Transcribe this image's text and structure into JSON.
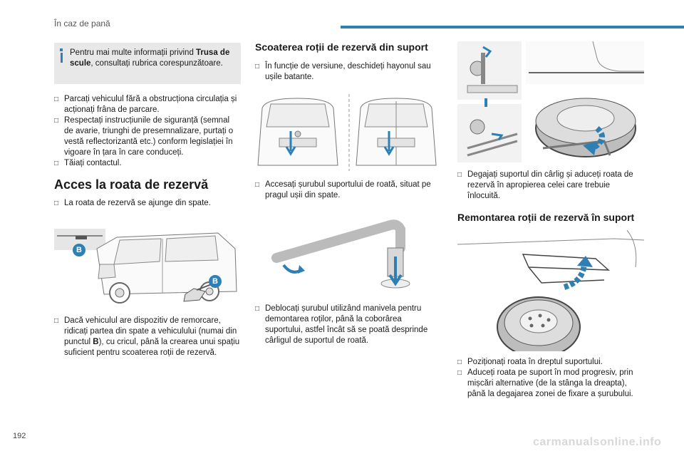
{
  "header": {
    "title": "În caz de pană"
  },
  "footer": {
    "page_number": "192",
    "watermark": "carmanualsonline.info"
  },
  "col1": {
    "info": {
      "text_before": "Pentru mai multe informații privind ",
      "bold": "Trusa de scule",
      "text_after": ", consultați rubrica corespunzătoare."
    },
    "bullets_top": [
      "Parcați vehiculul fără a obstrucționa circulația și acționați frâna de parcare.",
      "Respectați instrucțiunile de siguranță (semnal de avarie, triunghi de presemnalizare, purtați o vestă reflectorizantă etc.) conform legislației în vigoare în țara în care conduceți.",
      "Tăiați contactul."
    ],
    "section_title": "Acces la roata de rezervă",
    "bullet_access": "La roata de rezervă se ajunge din spate.",
    "figure_label_1": "B",
    "figure_label_2": "B",
    "bullet_tow": {
      "before": "Dacă vehiculul are dispozitiv de remorcare, ridicați partea din spate a vehiculului (numai din punctul ",
      "bold": "B",
      "after": "), cu cricul, până la crearea unui spațiu suficient pentru scoaterea roții de rezervă."
    }
  },
  "col2": {
    "title": "Scoaterea roții de rezervă din suport",
    "bullet_1": "În funcție de versiune, deschideți hayonul sau ușile batante.",
    "bullet_2": "Accesați șurubul suportului de roată, situat pe pragul ușii din spate.",
    "bullet_3": "Deblocați șurubul utilizând manivela pentru demontarea roților, până la coborârea suportului, astfel încât să se poată desprinde cârligul de suportul de roată."
  },
  "col3": {
    "bullet_1": "Degajați suportul din cârlig și aduceți roata de rezervă în apropierea celei care trebuie înlocuită.",
    "title": "Remontarea roții de rezervă în suport",
    "bullets_bottom": [
      "Poziționați roata în dreptul suportului.",
      "Aduceți roata pe suport în mod progresiv, prin mișcări alternative (de la stânga la dreapta), până la degajarea zonei de fixare a șurubului."
    ]
  },
  "colors": {
    "accent": "#2e7fb4",
    "info_bg": "#e8e8e8",
    "arrow": "#2e7fb4"
  },
  "icons": {
    "info": "info-icon",
    "bullet": "checkbox-bullet-icon"
  }
}
